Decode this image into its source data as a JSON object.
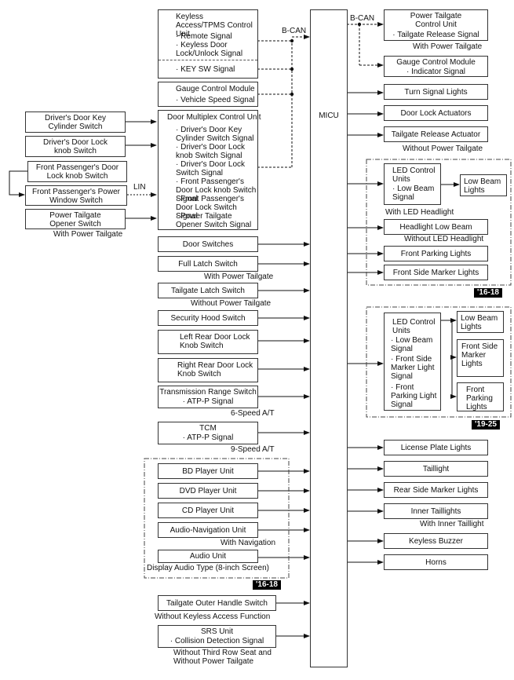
{
  "micu": "MICU",
  "bus": {
    "bcan_left": "B-CAN",
    "bcan_right": "B-CAN",
    "lin": "LIN"
  },
  "keyless": {
    "title": "Keyless Access/TPMS Control Unit",
    "sig1": "· Remote Signal",
    "sig2": "· Keyless Door Lock/Unlock Signal",
    "sig3": "· KEY SW Signal"
  },
  "gauge_in": {
    "title": "Gauge Control Module",
    "sig": "· Vehicle Speed Signal"
  },
  "door_mux": {
    "title": "Door Multiplex Control Unit",
    "s1": "· Driver's Door Key Cylinder Switch Signal",
    "s2": "· Driver's Door Lock knob Switch Signal",
    "s3": "· Driver's Door Lock Switch Signal",
    "s4": "· Front Passenger's Door Lock knob Switch Signal",
    "s5": "· Front Passenger's Door Lock Switch Signal",
    "s6": "· Power Tailgate Opener Switch Signal"
  },
  "left_switches": {
    "drv_key": "Driver's Door Key Cylinder Switch",
    "drv_knob": "Driver's Door Lock knob Switch",
    "fp_knob": "Front Passenger's Door Lock knob Switch",
    "fp_window": "Front Passenger's Power Window Switch",
    "pt_opener": "Power Tailgate Opener Switch",
    "with_pt": "With Power Tailgate"
  },
  "inputs": {
    "door_switches": "Door Switches",
    "full_latch": "Full Latch Switch",
    "full_latch_note": "With Power Tailgate",
    "tailgate_latch": "Tailgate Latch Switch",
    "tailgate_latch_note": "Without Power Tailgate",
    "security_hood": "Security Hood Switch",
    "lr_knob": "Left Rear Door Lock Knob Switch",
    "rr_knob": "Right Rear Door Lock Knob Switch",
    "trs": "Transmission Range Switch",
    "trs_sig": "· ATP-P Signal",
    "trs_note": "6-Speed A/T",
    "tcm": "TCM",
    "tcm_sig": "· ATP-P Signal",
    "tcm_note": "9-Speed A/T",
    "bd": "BD Player Unit",
    "dvd": "DVD Player Unit",
    "cd": "CD Player Unit",
    "nav": "Audio-Navigation Unit",
    "nav_note": "With Navigation",
    "audio": "Audio Unit",
    "audio_note": "Display Audio Type (8-inch Screen)",
    "audio_badge": "'16-18",
    "tailgate_outer": "Tailgate Outer Handle Switch",
    "tailgate_outer_note": "Without Keyless Access Function",
    "srs": "SRS Unit",
    "srs_sig": "· Collision Detection Signal",
    "srs_note1": "Without Third Row Seat and",
    "srs_note2": "Without Power Tailgate"
  },
  "outputs": {
    "pt_cu": "Power Tailgate Control Unit",
    "pt_cu_sig": "· Tailgate Release Signal",
    "pt_cu_note": "With Power Tailgate",
    "gauge": "Gauge Control Module",
    "gauge_sig": "· Indicator Signal",
    "turn": "Turn Signal Lights",
    "door_lock": "Door Lock Actuators",
    "tailgate_rel": "Tailgate Release Actuator",
    "tailgate_rel_note": "Without Power Tailgate",
    "led1": "LED Control Units",
    "led1_sig": "· Low Beam Signal",
    "low_beam1": "Low Beam Lights",
    "with_led": "With LED Headlight",
    "hl_low": "Headlight Low Beam",
    "without_led": "Without LED Headlight",
    "fpl1": "Front Parking Lights",
    "fsml1": "Front Side Marker Lights",
    "badge1": "'16-18",
    "led2": "LED Control Units",
    "led2_s1": "· Low Beam Signal",
    "led2_s2": "· Front Side Marker Light Signal",
    "led2_s3": "· Front Parking Light Signal",
    "low_beam2": "Low Beam Lights",
    "fsml2": "Front Side Marker Lights",
    "fpl2": "Front Parking Lights",
    "badge2": "'19-25",
    "license": "License Plate Lights",
    "taillight": "Taillight",
    "rear_side": "Rear Side Marker Lights",
    "inner_tail": "Inner Taillights",
    "inner_tail_note": "With Inner Taillight",
    "keyless_buzzer": "Keyless Buzzer",
    "horns": "Horns"
  }
}
